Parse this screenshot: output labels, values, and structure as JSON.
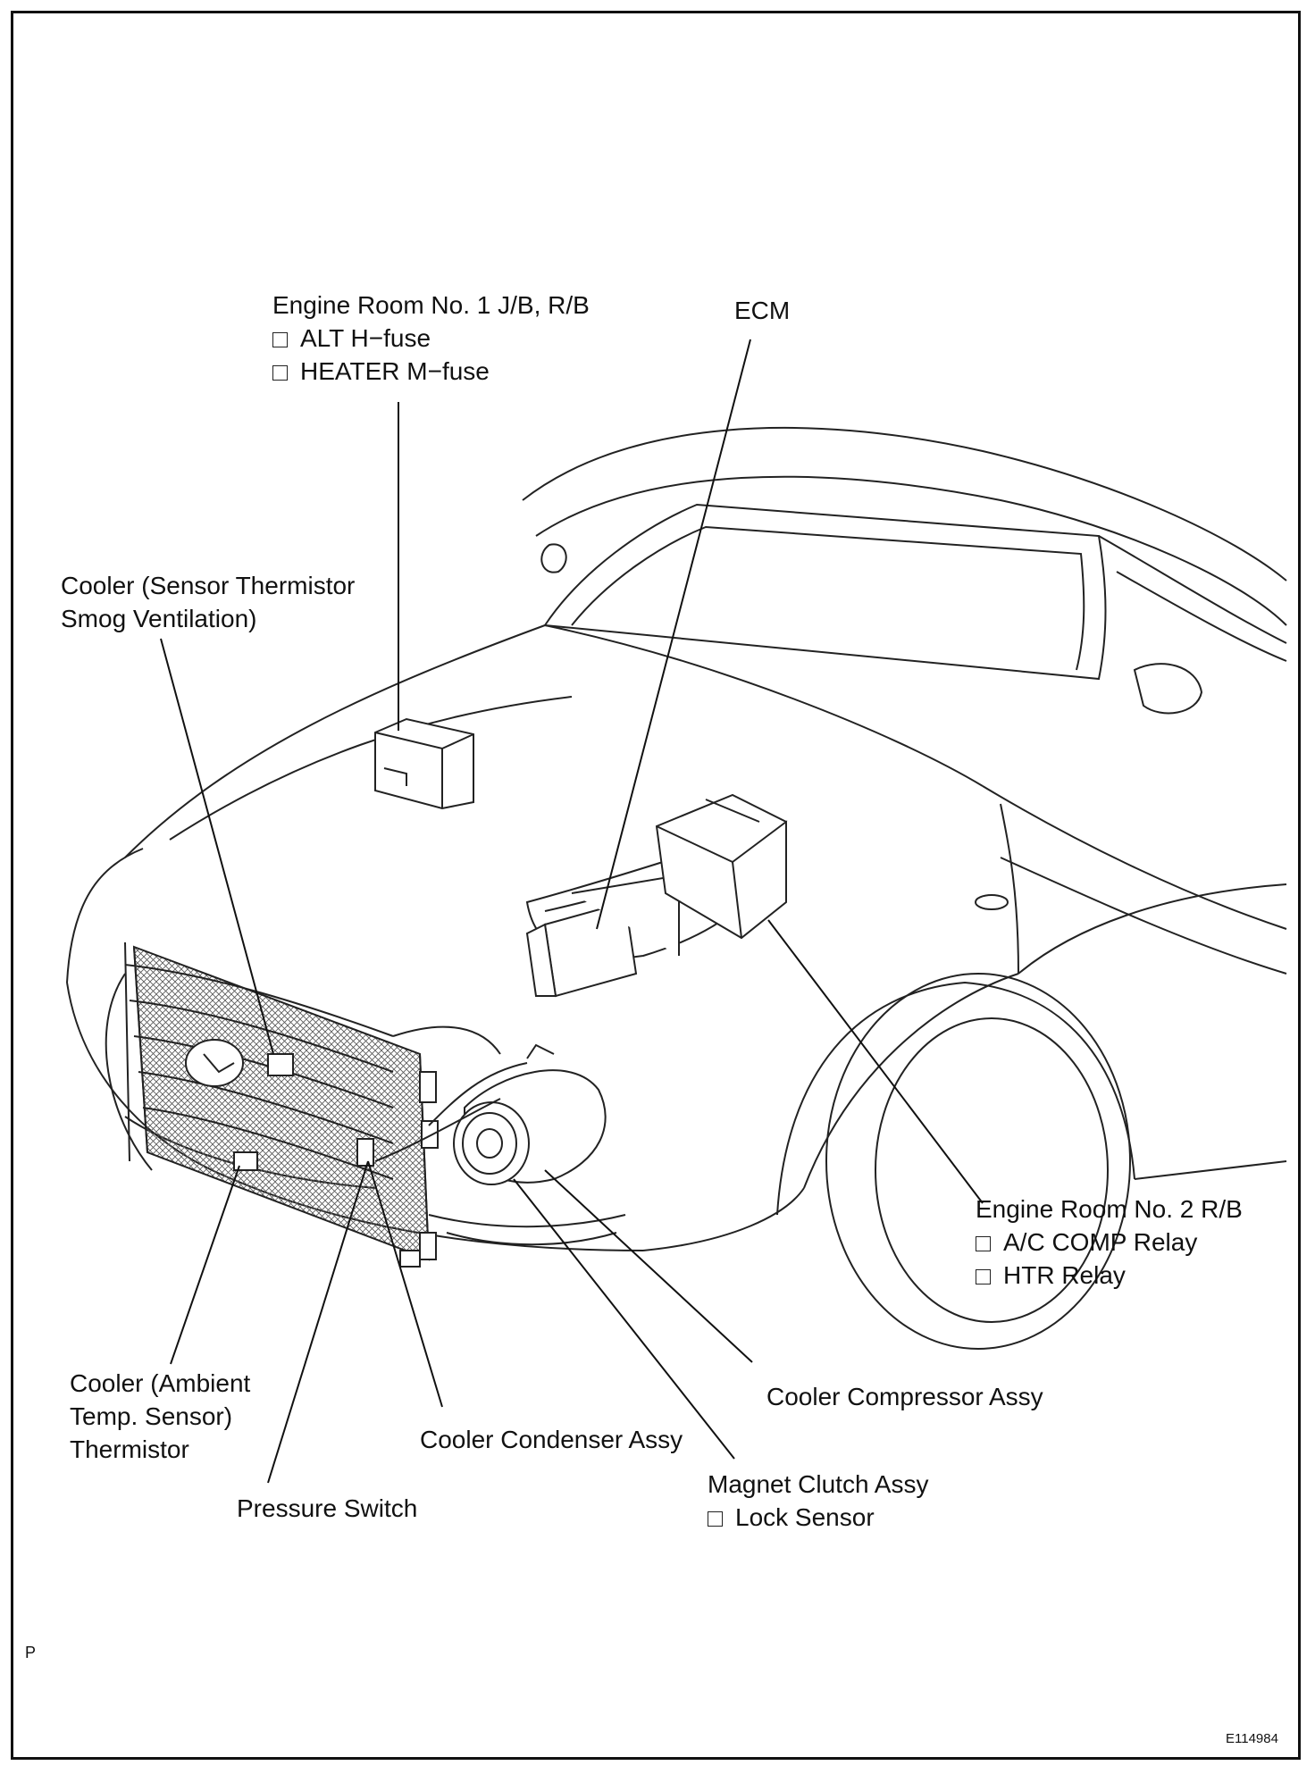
{
  "labels": {
    "engine_room_1": {
      "title": "Engine Room No. 1 J/B, R/B",
      "items": [
        "ALT H−fuse",
        "HEATER M−fuse"
      ]
    },
    "ecm": {
      "title": "ECM"
    },
    "cooler_sensor": {
      "line1": "Cooler (Sensor Thermistor",
      "line2": "Smog Ventilation)"
    },
    "engine_room_2": {
      "title": "Engine Room No. 2 R/B",
      "items": [
        "A/C COMP Relay",
        "HTR Relay"
      ]
    },
    "cooler_compressor": {
      "title": "Cooler Compressor Assy"
    },
    "cooler_ambient": {
      "line1": "Cooler (Ambient",
      "line2": "Temp. Sensor)",
      "line3": "Thermistor"
    },
    "cooler_condenser": {
      "title": "Cooler Condenser Assy"
    },
    "magnet_clutch": {
      "title": "Magnet Clutch Assy",
      "items": [
        "Lock Sensor"
      ]
    },
    "pressure_switch": {
      "title": "Pressure Switch"
    }
  },
  "page_marker": "P",
  "figure_id": "E114984"
}
